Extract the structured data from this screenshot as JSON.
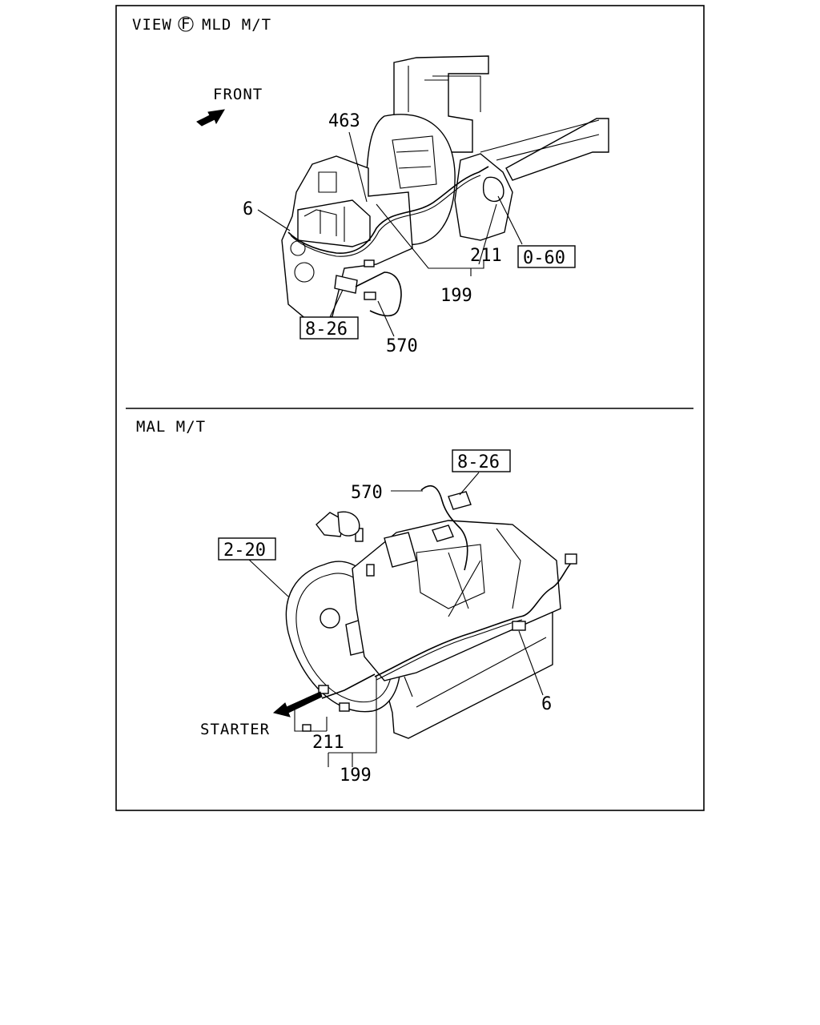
{
  "panels": {
    "top": {
      "title_prefix": "VIEW",
      "title_circled": "F",
      "title_suffix": "MLD M/T",
      "front_label": "FRONT",
      "callouts": {
        "p463": "463",
        "p6": "6",
        "p211": "211",
        "p199": "199",
        "p570": "570",
        "ref_0_60": "0-60",
        "ref_8_26": "8-26"
      }
    },
    "bottom": {
      "title": "MAL M/T",
      "starter_label": "STARTER",
      "callouts": {
        "p570": "570",
        "p6": "6",
        "p211": "211",
        "p199": "199",
        "ref_8_26": "8-26",
        "ref_2_20": "2-20"
      }
    }
  },
  "icons": {
    "front_arrow": "front-arrow-icon",
    "starter_arrow": "starter-arrow-icon"
  },
  "colors": {
    "ink": "#000000",
    "paper": "#ffffff"
  }
}
